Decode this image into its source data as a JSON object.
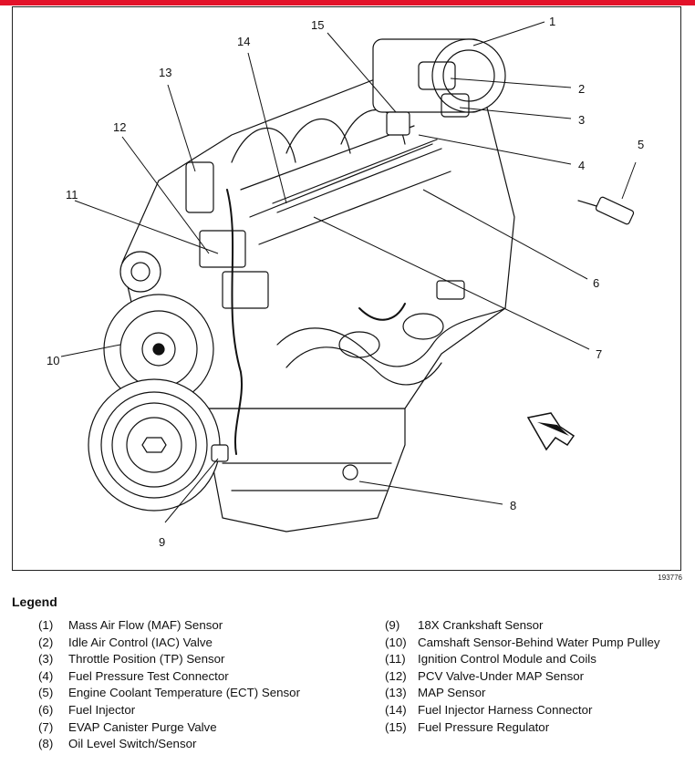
{
  "figure_id": "193776",
  "legend_title": "Legend",
  "callouts": [
    "1",
    "2",
    "3",
    "4",
    "5",
    "6",
    "7",
    "8",
    "9",
    "10",
    "11",
    "12",
    "13",
    "14",
    "15"
  ],
  "legend_left": [
    {
      "num": "(1)",
      "text": "Mass Air Flow (MAF) Sensor"
    },
    {
      "num": "(2)",
      "text": "Idle Air Control (IAC) Valve"
    },
    {
      "num": "(3)",
      "text": "Throttle Position (TP) Sensor"
    },
    {
      "num": "(4)",
      "text": "Fuel Pressure Test Connector"
    },
    {
      "num": "(5)",
      "text": "Engine Coolant Temperature (ECT) Sensor"
    },
    {
      "num": "(6)",
      "text": "Fuel Injector"
    },
    {
      "num": "(7)",
      "text": "EVAP Canister Purge Valve"
    },
    {
      "num": "(8)",
      "text": "Oil Level Switch/Sensor"
    }
  ],
  "legend_right": [
    {
      "num": "(9)",
      "text": "18X Crankshaft Sensor"
    },
    {
      "num": "(10)",
      "text": "Camshaft Sensor-Behind Water Pump Pulley"
    },
    {
      "num": "(11)",
      "text": "Ignition Control Module and Coils"
    },
    {
      "num": "(12)",
      "text": "PCV Valve-Under MAP Sensor"
    },
    {
      "num": "(13)",
      "text": "MAP Sensor"
    },
    {
      "num": "(14)",
      "text": "Fuel Injector Harness Connector"
    },
    {
      "num": "(15)",
      "text": "Fuel Pressure Regulator"
    }
  ],
  "colors": {
    "header_bar": "#e3122a",
    "line": "#111111"
  },
  "icons": [
    "direction-arrow-icon"
  ]
}
